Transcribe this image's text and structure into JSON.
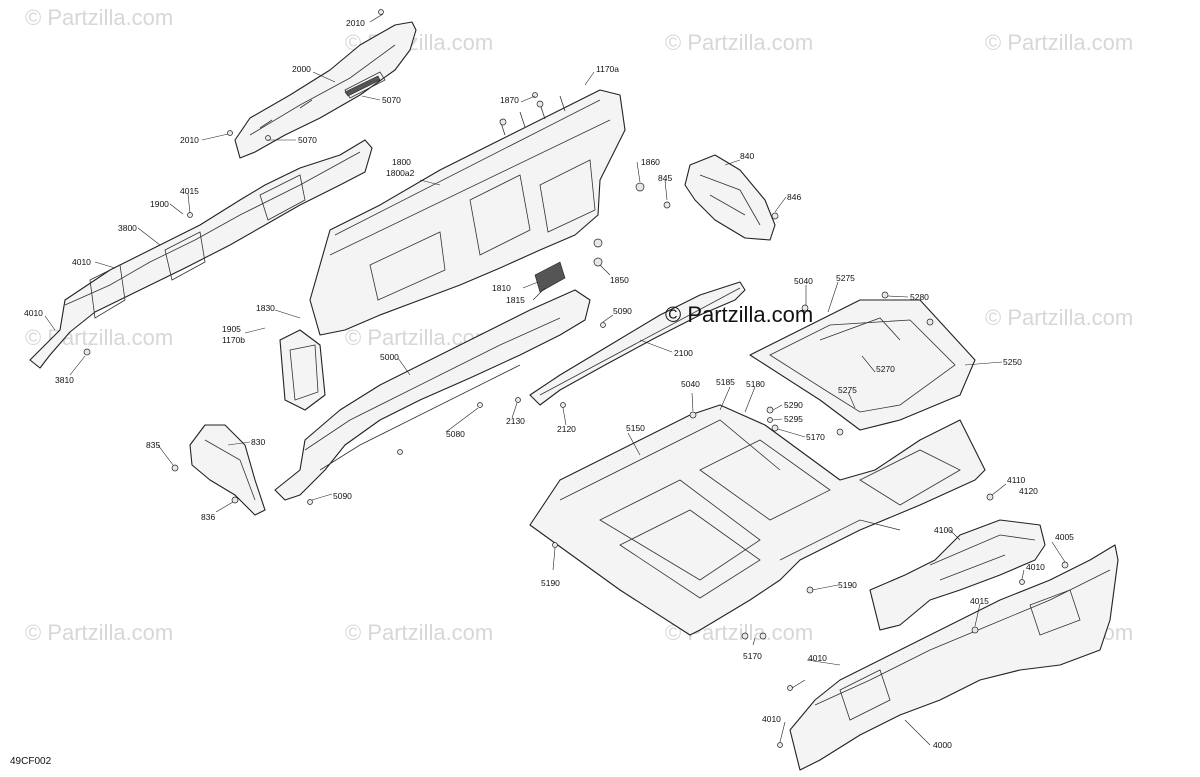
{
  "diagram": {
    "reference_code": "49CF002",
    "watermark_text": "© Partzilla.com",
    "center_watermark_text": "© Partzilla.com",
    "callouts": {
      "c2010a": "2010",
      "c2000": "2000",
      "c5070a": "5070",
      "c2010b": "2010",
      "c5070b": "5070",
      "c4015a": "4015",
      "c1900": "1900",
      "c3800": "3800",
      "c4010a": "4010",
      "c4010b": "4010",
      "c3810": "3810",
      "c1170a": "1170a",
      "c1870": "1870",
      "c1800": "1800",
      "c1800a2": "1800a2",
      "c1860": "1860",
      "c845": "845",
      "c840": "840",
      "c846": "846",
      "c1850": "1850",
      "c1810": "1810",
      "c1815": "1815",
      "c1830": "1830",
      "c1905": "1905",
      "c1170b": "1170b",
      "c5090a": "5090",
      "c2100": "2100",
      "c5000": "5000",
      "c5080": "5080",
      "c5090b": "5090",
      "c2130": "2130",
      "c2120": "2120",
      "c835": "835",
      "c830": "830",
      "c836": "836",
      "c5040a": "5040",
      "c5275a": "5275",
      "c5280": "5280",
      "c5250": "5250",
      "c5270": "5270",
      "c5275b": "5275",
      "c5040b": "5040",
      "c5185": "5185",
      "c5180": "5180",
      "c5290": "5290",
      "c5295": "5295",
      "c5170a": "5170",
      "c5150": "5150",
      "c5190a": "5190",
      "c5190b": "5190",
      "c5170b": "5170",
      "c4110": "4110",
      "c4120": "4120",
      "c4100": "4100",
      "c4005": "4005",
      "c4010c": "4010",
      "c4015b": "4015",
      "c4010d": "4010",
      "c4010e": "4010",
      "c4000": "4000"
    }
  }
}
